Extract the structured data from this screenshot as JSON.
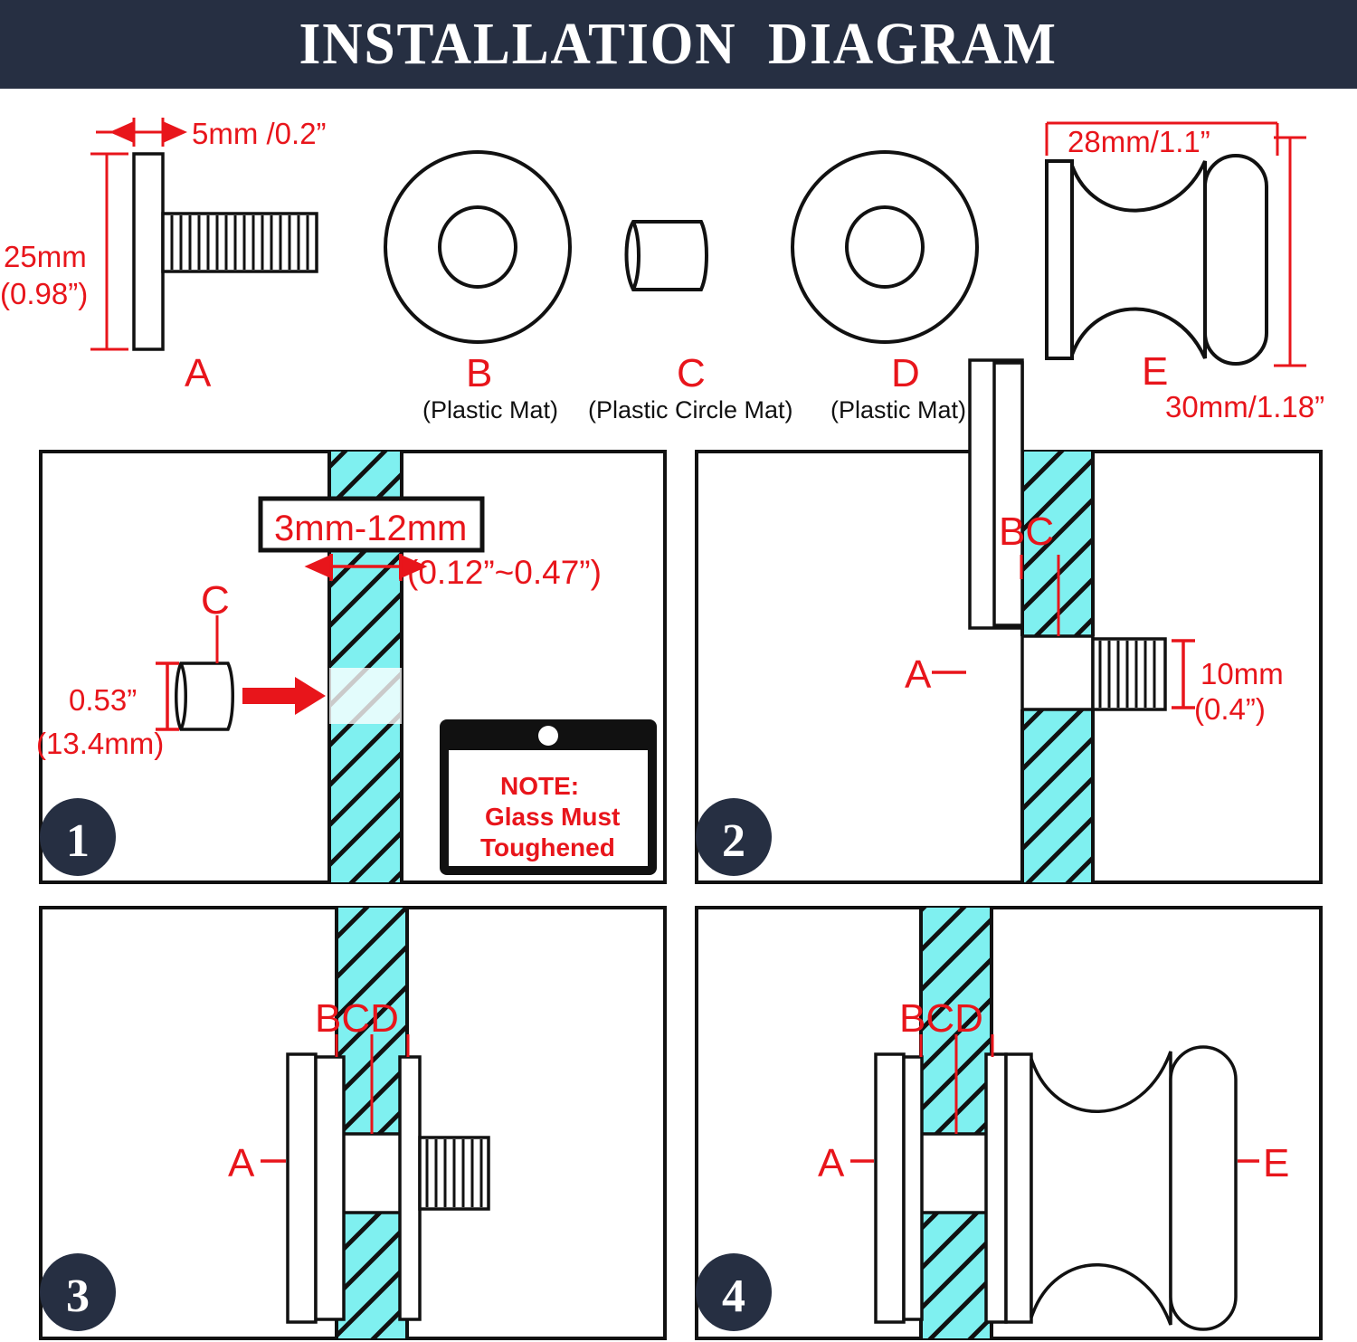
{
  "header": {
    "title": "INSTALLATION  DIAGRAM",
    "bg_color": "#262f42",
    "text_color": "#ffffff"
  },
  "colors": {
    "red": "#e8151b",
    "glass_cyan": "#7ff0f0",
    "navy": "#262f42",
    "outline": "#111111",
    "white": "#ffffff"
  },
  "parts": {
    "a": {
      "label": "A",
      "dim_width": "5mm /0.2”",
      "dim_height_mm": "25mm",
      "dim_height_in": "(0.98”)"
    },
    "b": {
      "label": "B",
      "caption": "(Plastic Mat)"
    },
    "c": {
      "label": "C",
      "caption": "(Plastic Circle Mat)"
    },
    "d": {
      "label": "D",
      "caption": "(Plastic Mat)"
    },
    "e": {
      "label": "E",
      "dim_width": "28mm/1.1”",
      "dim_height": "30mm/1.18”"
    }
  },
  "steps": [
    {
      "number": "1",
      "glass_thickness_mm": "3mm-12mm",
      "glass_thickness_in": "(0.12”~0.47”)",
      "part_label": "C",
      "part_dim_in": "0.53”",
      "part_dim_mm": "(13.4mm)",
      "note": {
        "line1": "NOTE:",
        "line2": "Glass Must",
        "line3": "Toughened"
      }
    },
    {
      "number": "2",
      "labels": {
        "a": "A",
        "bc": "BC"
      },
      "thread_dim_mm": "10mm",
      "thread_dim_in": "(0.4”)"
    },
    {
      "number": "3",
      "labels": {
        "a": "A",
        "bcd": "BCD"
      }
    },
    {
      "number": "4",
      "labels": {
        "a": "A",
        "bcd": "BCD",
        "e": "E"
      }
    }
  ]
}
